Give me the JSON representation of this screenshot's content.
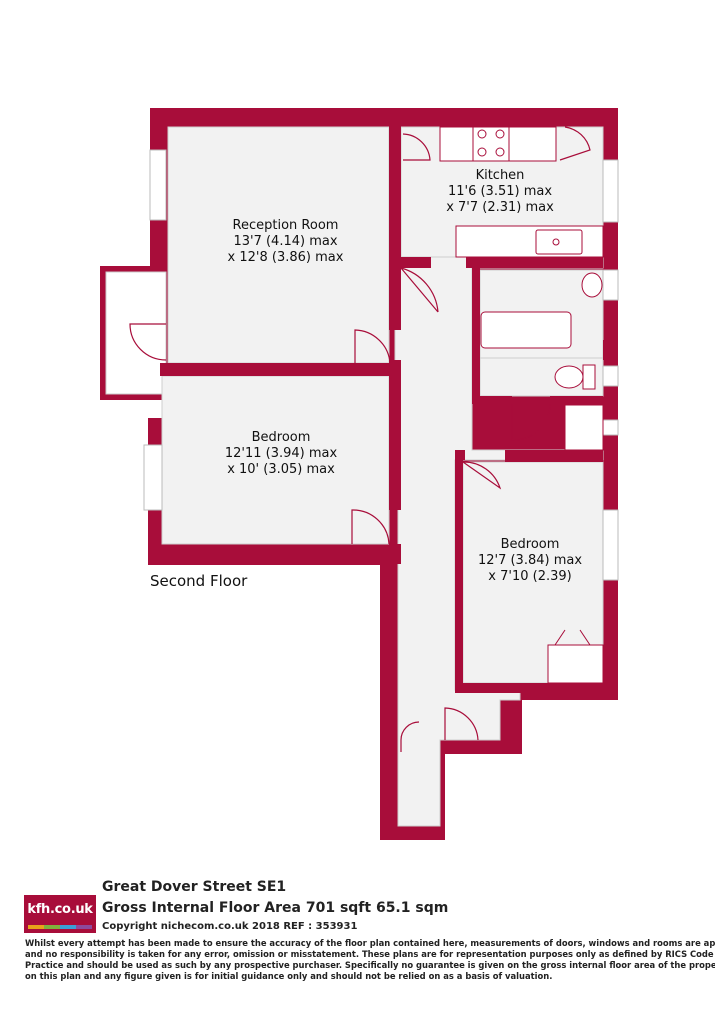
{
  "rooms": {
    "reception": {
      "name": "Reception Room",
      "size1": "13'7 (4.14) max",
      "size2": "x 12'8 (3.86) max"
    },
    "kitchen": {
      "name": "Kitchen",
      "size1": "11'6 (3.51) max",
      "size2": "x 7'7 (2.31) max"
    },
    "bedroom1": {
      "name": "Bedroom",
      "size1": "12'11 (3.94) max",
      "size2": "x 10' (3.05) max"
    },
    "bedroom2": {
      "name": "Bedroom",
      "size1": "12'7 (3.84) max",
      "size2": "x 7'10 (2.39)"
    }
  },
  "floor_label": "Second Floor",
  "logo": {
    "text": "kfh.co.uk",
    "stripe_colors": [
      "#e8a21a",
      "#7fb13c",
      "#3a9fd6",
      "#8c4a9c"
    ]
  },
  "footer": {
    "address": "Great Dover Street  SE1",
    "area": "Gross Internal Floor Area 701 sqft 65.1 sqm",
    "copyright": "Copyright nichecom.co.uk 2018 REF : 353931",
    "disclaimer_lines": [
      "Whilst every attempt has been made to ensure the accuracy of the floor plan contained here, measurements of doors, windows and rooms are approximate",
      "and no responsibility is taken for any error, omission or misstatement.  These plans are for representation purposes only as defined by RICS Code of Measuring",
      "Practice and should be used as such by any prospective purchaser.  Specifically no guarantee is given on the gross internal floor area of the property if quoted",
      "on this plan and any figure given is for initial guidance only and should not be relied on as a basis of valuation."
    ]
  },
  "colors": {
    "wall": "#a80d3a",
    "floor": "#f2f2f2",
    "fixture": "#ffffff"
  }
}
